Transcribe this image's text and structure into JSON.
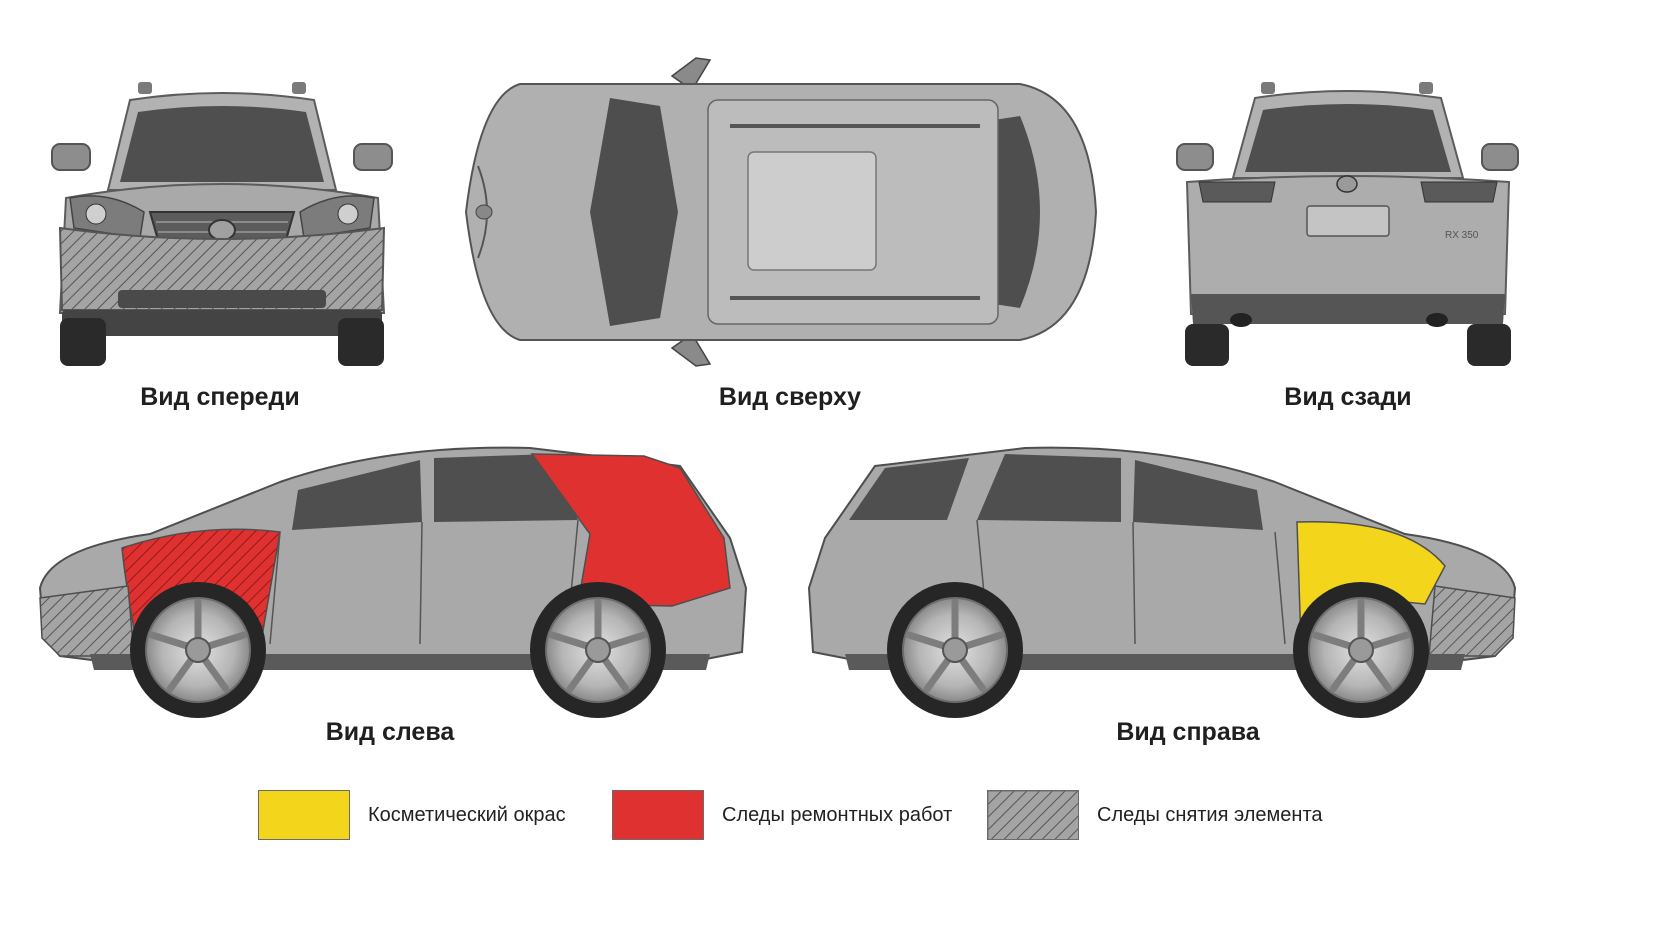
{
  "views": {
    "front": {
      "label": "Вид спереди"
    },
    "top": {
      "label": "Вид сверху"
    },
    "rear": {
      "label": "Вид сзади"
    },
    "left": {
      "label": "Вид слева"
    },
    "right": {
      "label": "Вид справа"
    }
  },
  "rear_badge": "RX 350",
  "legend": [
    {
      "label": "Косметический окрас",
      "color": "#f3d51c",
      "pattern": "solid"
    },
    {
      "label": "Следы ремонтных работ",
      "color": "#e03131",
      "pattern": "solid"
    },
    {
      "label": "Следы снятия элемента",
      "color": "#9e9e9e",
      "pattern": "hatch"
    }
  ],
  "colors": {
    "body": "#a9a9a9",
    "body_dark": "#6e6e6e",
    "glass": "#4f4f4f",
    "cosmetic": "#f3d51c",
    "repair": "#e03131"
  }
}
